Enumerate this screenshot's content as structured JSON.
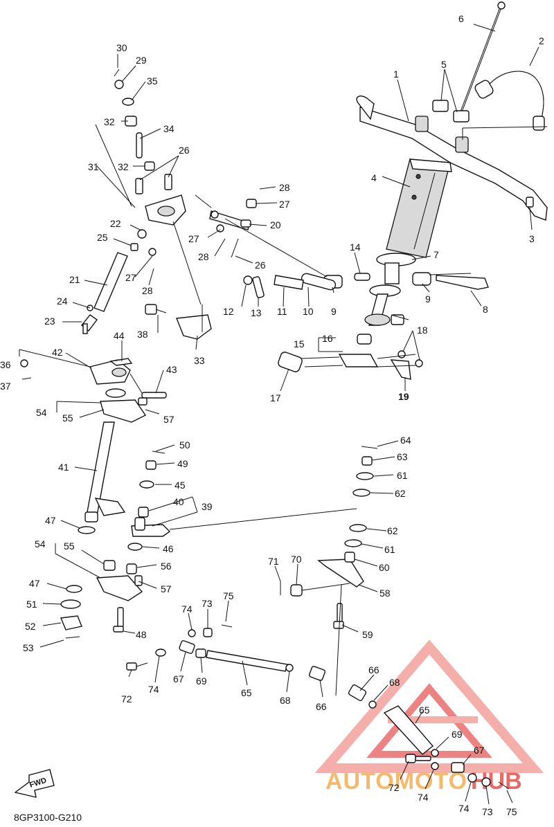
{
  "diagram": {
    "code": "8GP3100-G210",
    "fwd_label": "FWD",
    "watermark_left": "AUTOMOTO",
    "watermark_right": "HUB",
    "colors": {
      "ink": "#111111",
      "watermark_red": "#e23b3b",
      "watermark_pink": "#f4a7a2",
      "watermark_orange": "#f3b25a"
    }
  },
  "callouts": [
    "1",
    "2",
    "3",
    "4",
    "5",
    "6",
    "7",
    "8",
    "9",
    "9",
    "10",
    "11",
    "12",
    "13",
    "14",
    "15",
    "16",
    "17",
    "18",
    "19",
    "20",
    "21",
    "22",
    "23",
    "24",
    "25",
    "26",
    "26",
    "27",
    "27",
    "27",
    "28",
    "28",
    "28",
    "29",
    "30",
    "31",
    "32",
    "32",
    "33",
    "34",
    "35",
    "36",
    "37",
    "38",
    "39",
    "40",
    "41",
    "42",
    "43",
    "44",
    "45",
    "46",
    "47",
    "47",
    "48",
    "49",
    "50",
    "51",
    "52",
    "53",
    "54",
    "54",
    "55",
    "55",
    "56",
    "57",
    "57",
    "58",
    "59",
    "60",
    "61",
    "61",
    "62",
    "62",
    "63",
    "64",
    "65",
    "65",
    "66",
    "66",
    "67",
    "67",
    "68",
    "68",
    "69",
    "69",
    "70",
    "71",
    "72",
    "72",
    "73",
    "73",
    "74",
    "74",
    "74",
    "74",
    "75",
    "75"
  ]
}
